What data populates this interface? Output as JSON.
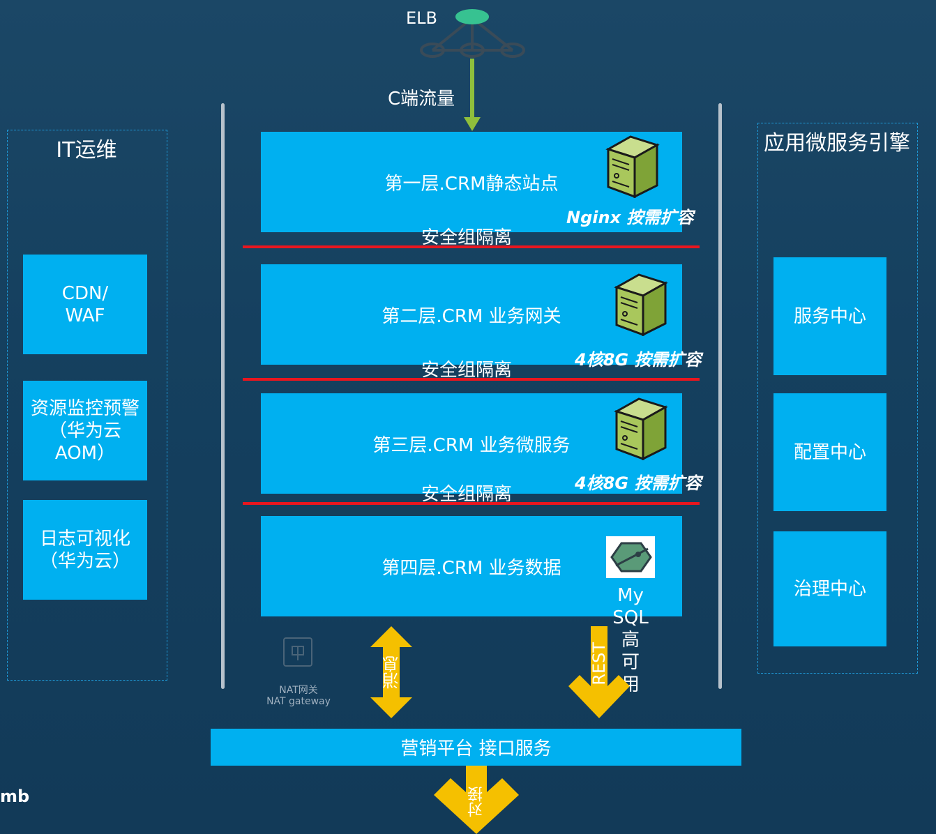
{
  "top": {
    "elb_label": "ELB",
    "traffic_label": "C端流量"
  },
  "left_panel": {
    "title": "IT运维",
    "items": [
      "CDN/\nWAF",
      "资源监控预警\n（华为云\nAOM）",
      "日志可视化\n（华为云）"
    ]
  },
  "right_panel": {
    "title": "应用微服务引擎",
    "items": [
      "服务中心",
      "配置中心",
      "治理中心"
    ]
  },
  "tiers": [
    {
      "label": "第一层.CRM静态站点",
      "scale": "Nginx 按需扩容"
    },
    {
      "label": "第二层.CRM 业务网关",
      "scale": "4核8G 按需扩容"
    },
    {
      "label": "第三层.CRM 业务微服务",
      "scale": "4核8G 按需扩容"
    },
    {
      "label": "第四层.CRM 业务数据",
      "db_label": "My\nSQL\n高\n可\n用"
    }
  ],
  "security_label": "安全组隔离",
  "nat": {
    "line1": "NAT网关",
    "line2": "NAT gateway"
  },
  "arrows": {
    "message": "消息",
    "rest": "REST",
    "bottom": "对接"
  },
  "bottom_bar": {
    "label": "营销平台 接口服务"
  },
  "corner_text": "mb",
  "colors": {
    "box": "#00b0f0",
    "security_line": "#e8161f",
    "arrow": "#f5c000",
    "traffic_arrow": "#8fbf3c"
  }
}
